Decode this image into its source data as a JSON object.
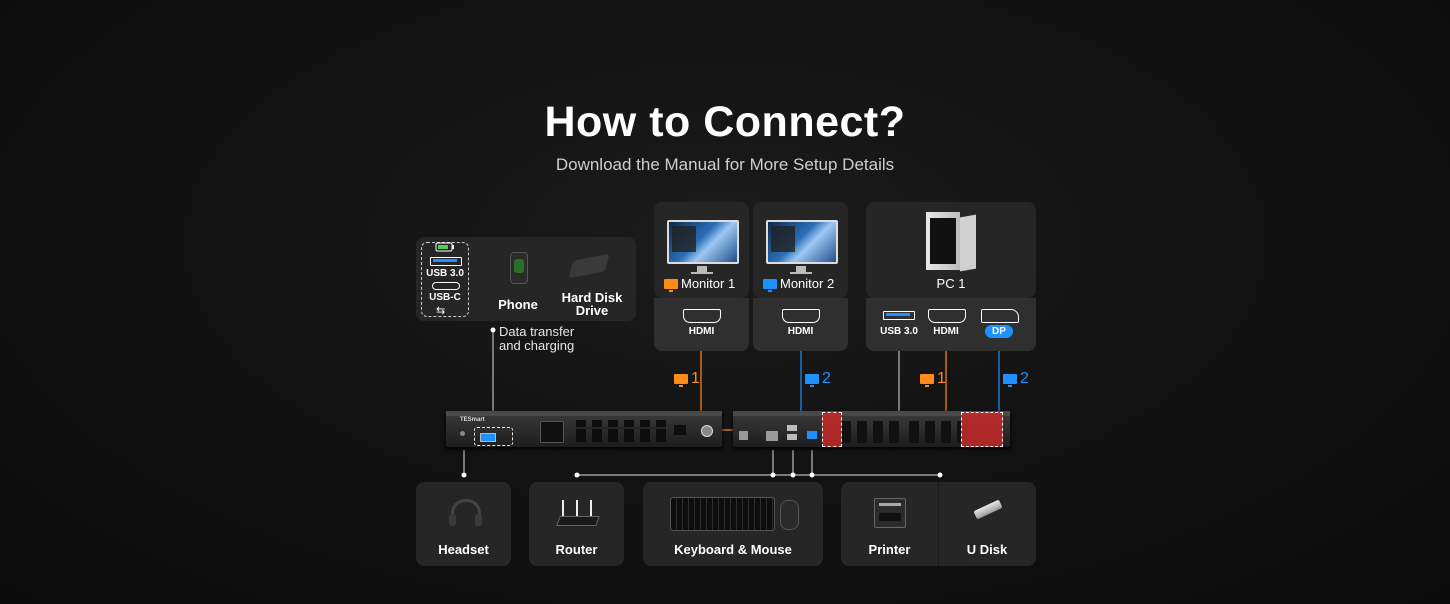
{
  "title": "How to Connect?",
  "subtitle": "Download the Manual for More Setup Details",
  "colors": {
    "monitor1": "#ff8c1a",
    "monitor2": "#1e90ff",
    "card": "#262626",
    "highlight": "#c62828"
  },
  "top_left": {
    "usb30": "USB 3.0",
    "usbc": "USB-C",
    "phone": "Phone",
    "hdd_line1": "Hard Disk",
    "hdd_line2": "Drive",
    "note_line1": "Data transfer",
    "note_line2": "and charging"
  },
  "monitors": [
    {
      "label": "Monitor 1",
      "port": "HDMI",
      "index": "1"
    },
    {
      "label": "Monitor 2",
      "port": "HDMI",
      "index": "2"
    }
  ],
  "pc": {
    "label": "PC 1",
    "ports": [
      "USB 3.0",
      "HDMI",
      "DP"
    ]
  },
  "brand": "TESmart",
  "bottom": {
    "headset": "Headset",
    "router": "Router",
    "keyboard_mouse": "Keyboard & Mouse",
    "printer": "Printer",
    "udisk": "U Disk"
  }
}
